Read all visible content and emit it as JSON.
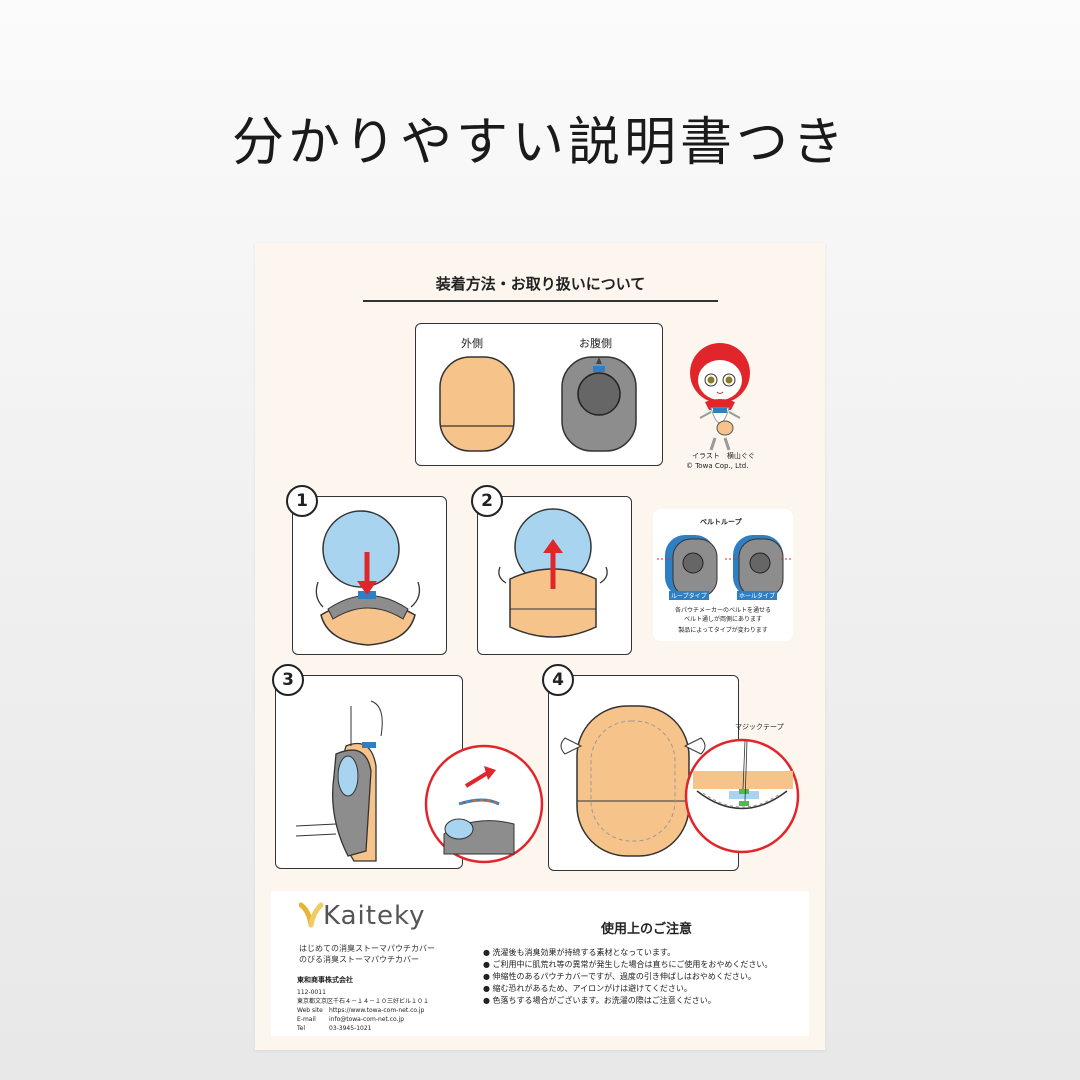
{
  "headline": "分かりやすい説明書つき",
  "sheet": {
    "title": "装着方法・お取り扱いについて",
    "outer_label": "外側",
    "inner_label": "お腹側",
    "illustration_credit": "イラスト　横山ぐぐ",
    "copyright": "© Towa Cop., Ltd.",
    "steps": [
      "1",
      "2",
      "3",
      "4"
    ],
    "belt": {
      "title": "ベルトループ",
      "type_a": "ループタイプ",
      "type_b": "ホールタイプ",
      "note_1": "各パウチメーカーのベルトを通せる",
      "note_2": "ベルト通しが両側にあります",
      "note_3": "製品によってタイプが変わります"
    },
    "magic_tape_label": "マジックテープ"
  },
  "footer": {
    "brand": "Kaiteky",
    "product_1": "はじめての消臭ストーマパウチカバー",
    "product_2": "のびる消臭ストーマパウチカバー",
    "company": "東和商事株式会社",
    "postal": "112-0011",
    "address": "東京都文京区千石４－１４－１０三好ビル１０１",
    "web_label": "Web site",
    "web": "https://www.towa-com-net.co.jp",
    "email_label": "E-mail",
    "email": "info@towa-com-net.co.jp",
    "tel_label": "Tel",
    "tel": "03-3945-1021",
    "notice_title": "使用上のご注意",
    "notices": [
      "● 洗濯後も消臭効果が持続する素材となっています。",
      "● ご利用中に肌荒れ等の異常が発生した場合は直ちにご使用をおやめください。",
      "● 伸縮性のあるパウチカバーですが、過度の引き伸ばしはおやめください。",
      "● 縮む恐れがあるため、アイロンがけは避けてください。",
      "● 色落ちする場合がございます。お洗濯の際はご注意ください。"
    ]
  },
  "colors": {
    "skin": "#f6c48a",
    "blue": "#a8d4f0",
    "red": "#e1262b",
    "gray": "#8d8d8d",
    "belt_blue": "#2f7fc4"
  }
}
